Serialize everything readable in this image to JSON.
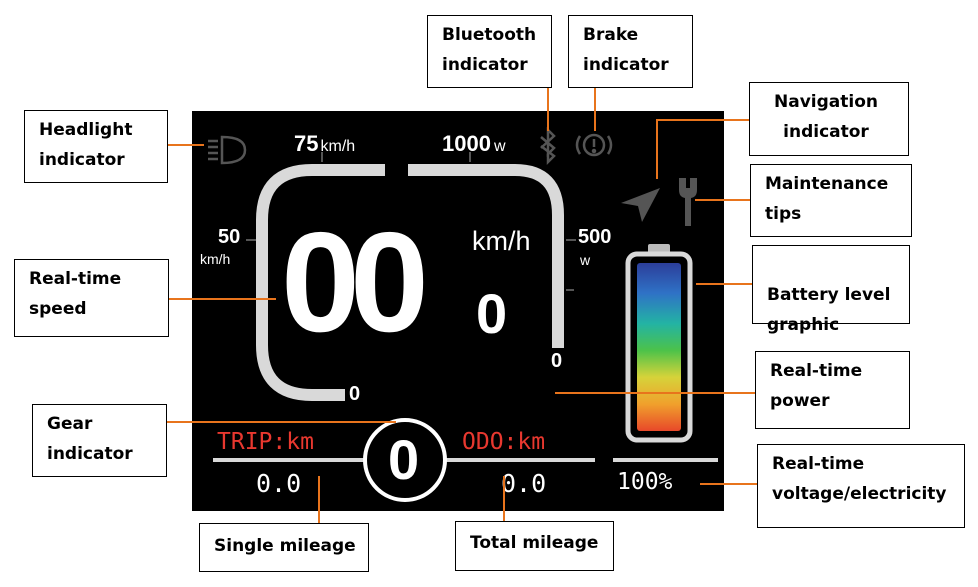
{
  "callouts": {
    "headlight": "Headlight\nindicator",
    "bluetooth": "Bluetooth\nindicator",
    "brake": "Brake\nindicator",
    "navigation": "Navigation\nindicator",
    "maintenance": "Maintenance\ntips",
    "battery_graphic": "Battery level\ngraphic",
    "speed": "Real-time\nspeed",
    "power": "Real-time\npower",
    "gear": "Gear\nindicator",
    "voltage": "Real-time\nvoltage/electricity",
    "single_mileage": "Single mileage",
    "total_mileage": "Total mileage"
  },
  "display": {
    "speed_label_max": "75",
    "speed_unit": "km/h",
    "speed_label_mid": "50",
    "speed_label_mid_unit": "km/h",
    "speed_label_min": "0",
    "power_label_max": "1000",
    "power_unit": "w",
    "power_label_mid": "500",
    "power_label_mid_unit": "w",
    "power_label_min": "0",
    "speed_value": "00",
    "speed_decimal": "0",
    "speed_value_unit": "km/h",
    "trip_label": "TRIP:km",
    "odo_label": "ODO:km",
    "trip_value": "0.0",
    "odo_value": "0.0",
    "gear_value": "0",
    "battery_percent": "100%",
    "battery_level": 1.0
  },
  "colors": {
    "screen_bg": "#000000",
    "text": "#ffffff",
    "trip_odo_label": "#e8382f",
    "leader": "#e8741c",
    "icon_dim": "#555555",
    "arc": "#d9d9d9",
    "battery_gradient": [
      "#2c3e9a",
      "#2f72c6",
      "#23b3a4",
      "#4cc24a",
      "#d6d33a",
      "#f0a02c",
      "#e8482a"
    ]
  }
}
